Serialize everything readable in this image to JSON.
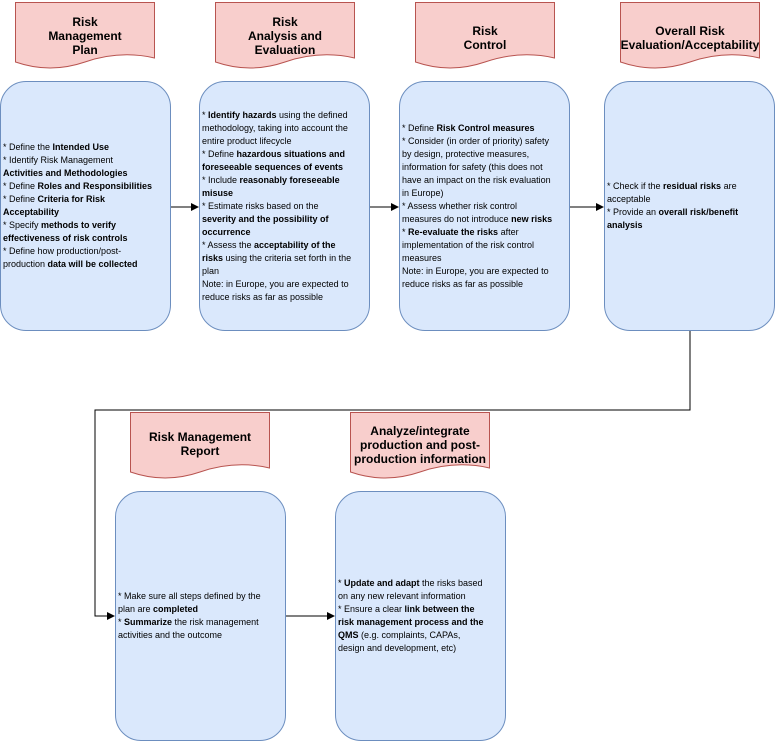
{
  "headers": [
    {
      "id": "plan",
      "text": "Risk\nManagement\nPlan"
    },
    {
      "id": "analysis",
      "text": "Risk\nAnalysis and\nEvaluation"
    },
    {
      "id": "control",
      "text": "Risk\nControl"
    },
    {
      "id": "overall",
      "text": "Overall Risk\nEvaluation/Acceptability"
    },
    {
      "id": "report",
      "text": "Risk Management\nReport"
    },
    {
      "id": "production",
      "text": "Analyze/integrate\nproduction and post-\nproduction information"
    }
  ],
  "cards": {
    "plan": [
      [
        [
          "* Define the ",
          false
        ],
        [
          "Intended Use",
          true
        ]
      ],
      [
        [
          "* Identify Risk Management",
          false
        ]
      ],
      [
        [
          "Activities and Methodologies",
          true
        ]
      ],
      [
        [
          "* Define ",
          false
        ],
        [
          "Roles and Responsibilities",
          true
        ]
      ],
      [
        [
          "* Define ",
          false
        ],
        [
          "Criteria for Risk",
          true
        ]
      ],
      [
        [
          "Acceptability",
          true
        ]
      ],
      [
        [
          "* Specify ",
          false
        ],
        [
          "methods to verify",
          true
        ]
      ],
      [
        [
          "effectiveness of risk controls",
          true
        ]
      ],
      [
        [
          "* Define how production/post-",
          false
        ]
      ],
      [
        [
          "production ",
          false
        ],
        [
          "data will be collected",
          true
        ]
      ]
    ],
    "analysis": [
      [
        [
          "* ",
          false
        ],
        [
          "Identify hazards",
          true
        ],
        [
          " using the defined",
          false
        ]
      ],
      [
        [
          "methodology, taking into account the",
          false
        ]
      ],
      [
        [
          "entire product lifecycle",
          false
        ]
      ],
      [
        [
          "* Define ",
          false
        ],
        [
          "hazardous situations and",
          true
        ]
      ],
      [
        [
          "foreseeable sequences of events",
          true
        ]
      ],
      [
        [
          "* Include ",
          false
        ],
        [
          "reasonably foreseeable",
          true
        ]
      ],
      [
        [
          "misuse",
          true
        ]
      ],
      [
        [
          "* Estimate risks based on the",
          false
        ]
      ],
      [
        [
          "severity and the possibility of",
          true
        ]
      ],
      [
        [
          "occurrence",
          true
        ]
      ],
      [
        [
          "* Assess the ",
          false
        ],
        [
          "acceptability of the",
          true
        ]
      ],
      [
        [
          "risks",
          true
        ],
        [
          " using the criteria set forth in the",
          false
        ]
      ],
      [
        [
          "plan",
          false
        ]
      ],
      [
        [
          "Note: in Europe, you are expected to",
          false
        ]
      ],
      [
        [
          "reduce risks as far as possible",
          false
        ]
      ]
    ],
    "control": [
      [
        [
          "* Define ",
          false
        ],
        [
          "Risk Control measures",
          true
        ]
      ],
      [
        [
          "* Consider (in order of priority) safety",
          false
        ]
      ],
      [
        [
          "by design, protective measures,",
          false
        ]
      ],
      [
        [
          "information for safety (this does not",
          false
        ]
      ],
      [
        [
          "have an impact on the risk evaluation",
          false
        ]
      ],
      [
        [
          "in Europe)",
          false
        ]
      ],
      [
        [
          "* Assess whether risk control",
          false
        ]
      ],
      [
        [
          "measures do not introduce ",
          false
        ],
        [
          "new risks",
          true
        ]
      ],
      [
        [
          "* ",
          false
        ],
        [
          "Re-evaluate the risks",
          true
        ],
        [
          " after",
          false
        ]
      ],
      [
        [
          "implementation of the risk control",
          false
        ]
      ],
      [
        [
          "measures",
          false
        ]
      ],
      [
        [
          "Note: in Europe, you are expected to",
          false
        ]
      ],
      [
        [
          "reduce risks as far as possible",
          false
        ]
      ]
    ],
    "overall": [
      [
        [
          "* Check if the ",
          false
        ],
        [
          "residual risks",
          true
        ],
        [
          " are",
          false
        ]
      ],
      [
        [
          "acceptable",
          false
        ]
      ],
      [
        [
          "* Provide an ",
          false
        ],
        [
          "overall risk/benefit",
          true
        ]
      ],
      [
        [
          "analysis",
          true
        ]
      ]
    ],
    "report": [
      [
        [
          "* Make sure all steps defined by the",
          false
        ]
      ],
      [
        [
          "plan are ",
          false
        ],
        [
          "completed",
          true
        ]
      ],
      [
        [
          "* ",
          false
        ],
        [
          "Summarize",
          true
        ],
        [
          " the risk management",
          false
        ]
      ],
      [
        [
          "activities and the outcome",
          false
        ]
      ]
    ],
    "production": [
      [
        [
          "* ",
          false
        ],
        [
          "Update and adapt",
          true
        ],
        [
          " the risks based",
          false
        ]
      ],
      [
        [
          "on any new relevant information",
          false
        ]
      ],
      [
        [
          "* Ensure a clear ",
          false
        ],
        [
          "link between the",
          true
        ]
      ],
      [
        [
          "risk management process and the",
          true
        ]
      ],
      [
        [
          "QMS",
          true
        ],
        [
          " (e.g. complaints, CAPAs,",
          false
        ]
      ],
      [
        [
          "design and development, etc)",
          false
        ]
      ]
    ]
  },
  "colors": {
    "header_fill": "#f8cecc",
    "header_stroke": "#b85450",
    "card_fill": "#dae8fc",
    "card_stroke": "#6c8ebf",
    "connector": "#000000"
  }
}
